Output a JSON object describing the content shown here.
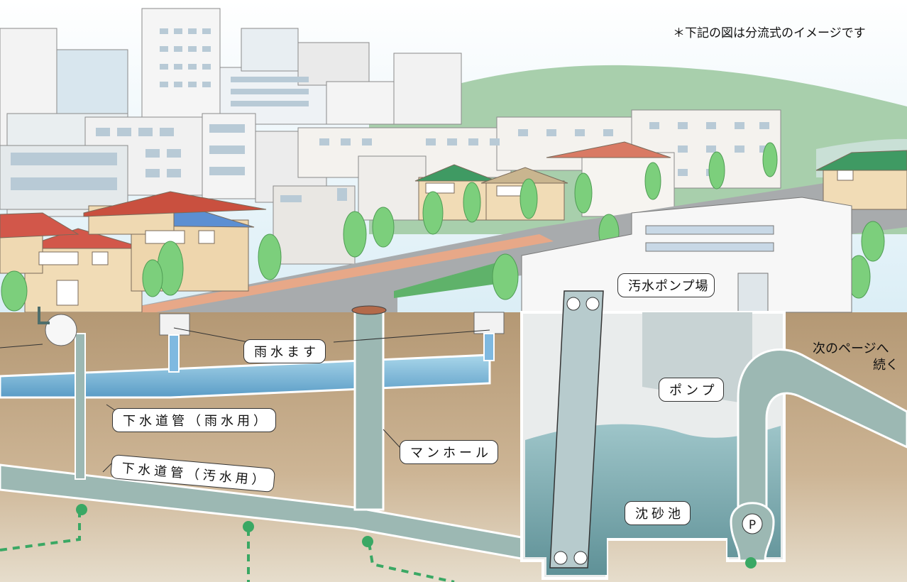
{
  "note": "＊下記の図は分流式のイメージです",
  "next_page": {
    "line1": "次のページへ",
    "line2": "続く"
  },
  "labels": {
    "pump_station": "汚水ポンプ場",
    "rain_inlet": "雨水ます",
    "pump": "ポンプ",
    "storm_pipe": "下水道管（雨水用）",
    "sewage_pipe": "下水道管（汚水用）",
    "manhole": "マンホール",
    "grit_chamber": "沈砂池",
    "pump_symbol": "P"
  },
  "colors": {
    "sky": "#e9f3f8",
    "hill": "#9fc9a3",
    "soil": "#c2ab8b",
    "soil_deep": "#d8cfbd",
    "storm_water": "#7fb9e0",
    "sewage_pipe": "#9cb8b3",
    "tank_water": "#7aa9b0",
    "tree": "#7ccf7c",
    "roof_red": "#d2574a",
    "roof_blue": "#5c8fd2",
    "roof_green": "#3f9a63",
    "pipe_dash": "#3aa864"
  }
}
